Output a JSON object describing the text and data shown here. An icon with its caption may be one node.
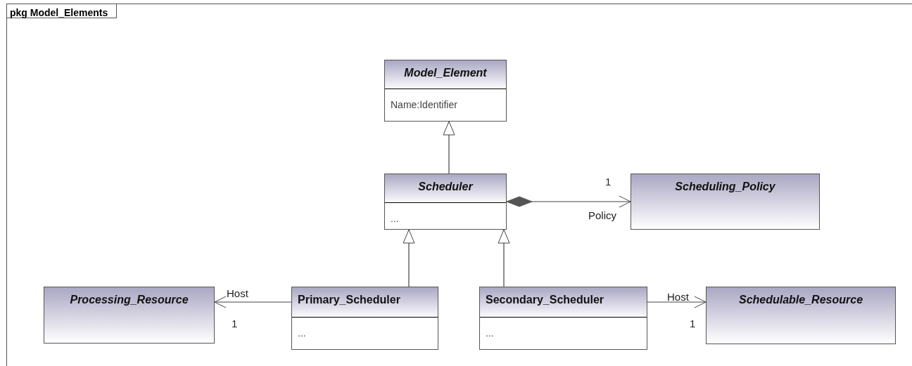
{
  "diagram": {
    "nodes": [
      {
        "text": [
          "pkg Model_Elements"
        ]
      },
      {
        "text": [
          "Model_Element",
          "Name:Identifier"
        ],
        "in": 0
      },
      {
        "text": [
          "Scheduler",
          "..."
        ],
        "in": 0
      },
      {
        "text": [
          "Scheduling_Policy"
        ],
        "in": 0
      },
      {
        "text": [
          "Processing_Resource"
        ],
        "in": 0
      },
      {
        "text": [
          "Primary_Scheduler",
          "..."
        ],
        "in": 0
      },
      {
        "text": [
          "Secondary_Scheduler",
          "..."
        ],
        "in": 0
      },
      {
        "text": [
          "Schedulable_Resource"
        ],
        "in": 0
      }
    ],
    "edges": [
      {
        "from": 2,
        "to": 1,
        "arrow": "to"
      },
      {
        "from": 2,
        "to": 3,
        "arrow": "to",
        "label": "Policy"
      },
      {
        "from": 5,
        "to": 2,
        "arrow": "to"
      },
      {
        "from": 6,
        "to": 2,
        "arrow": "to"
      },
      {
        "from": 5,
        "to": 4,
        "arrow": "to",
        "label": "Host"
      },
      {
        "from": 6,
        "to": 7,
        "arrow": "to",
        "label": "Host"
      }
    ],
    "labels": [
      "1",
      "1",
      "1"
    ]
  }
}
